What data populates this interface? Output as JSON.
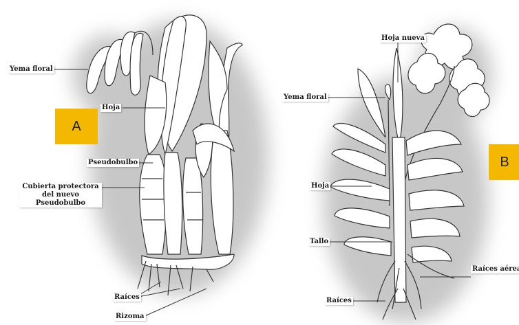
{
  "diagram_a": {
    "badge": "A",
    "labels": {
      "yema_floral": "Yema floral",
      "hoja": "Hoja",
      "pseudobulbo": "Pseudobulbo",
      "cubierta": "Cubierta protectora del nuevo Pseudobulbo",
      "raices": "Raíces",
      "rizoma": "Rizoma"
    }
  },
  "diagram_b": {
    "badge": "B",
    "labels": {
      "hoja_nueva": "Hoja nueva",
      "yema_floral": "Yema floral",
      "hoja": "Hoja",
      "tallo": "Tallo",
      "raices_aereas": "Raíces aéreas",
      "raices": "Raíces"
    }
  },
  "colors": {
    "badge": "#f5b800",
    "line": "#333333",
    "shadow": "#b5b5b5"
  }
}
